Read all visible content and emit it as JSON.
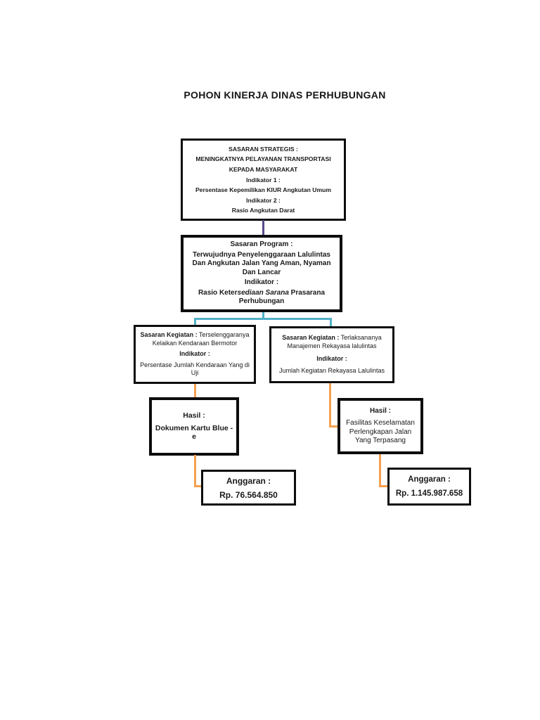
{
  "title": "POHON KINERJA DINAS PERHUBUNGAN",
  "colors": {
    "connector_strategis_program": "#5a4a8a",
    "connector_program_kegiatan": "#52b0c8",
    "connector_kegiatan_hasil_anggaran": "#f5a050",
    "box_border": "#0d0d0d",
    "background": "#ffffff"
  },
  "boxes": {
    "sasaran_strategis": {
      "lines": [
        "SASARAN STRATEGIS :",
        "MENINGKATNYA PELAYANAN TRANSPORTASI",
        "KEPADA MASYARAKAT",
        "Indikator 1 :",
        "Persentase Kepemilikan KIUR Angkutan Umum",
        "Indikator 2 :",
        "Rasio Angkutan Darat"
      ]
    },
    "sasaran_program": {
      "heading": "Sasaran Program :",
      "body": "Terwujudnya Penyelenggaraan Lalulintas Dan Angkutan Jalan Yang Aman, Nyaman Dan Lancar",
      "indikator_label": "Indikator :",
      "indikator_prefix": "Rasio Keter",
      "indikator_italic": "sediaan Sarana",
      "indikator_suffix": " Prasarana Perhubungan"
    },
    "sasaran_kegiatan_left": {
      "label": "Sasaran Kegiatan :",
      "value": " Terselenggaranya Kelaikan Kendaraan Bermotor",
      "indikator_label": "Indikator :",
      "indikator_value": "Persentase Jumlah Kendaraan Yang di Uji"
    },
    "sasaran_kegiatan_right": {
      "label": "Sasaran Kegiatan :",
      "value": " Terlaksananya Manajemen Rekayasa lalulintas",
      "indikator_label": "Indikator :",
      "indikator_value": "Jumlah Kegiatan Rekayasa Lalulintas"
    },
    "hasil_left": {
      "heading": "Hasil :",
      "value": "Dokumen Kartu Blue - e"
    },
    "hasil_right": {
      "heading": "Hasil :",
      "value": "Fasilitas Keselamatan Perlengkapan Jalan Yang Terpasang"
    },
    "anggaran_left": {
      "heading": "Anggaran :",
      "value": "Rp. 76.564.850"
    },
    "anggaran_right": {
      "heading": "Anggaran :",
      "value": "Rp. 1.145.987.658"
    }
  }
}
